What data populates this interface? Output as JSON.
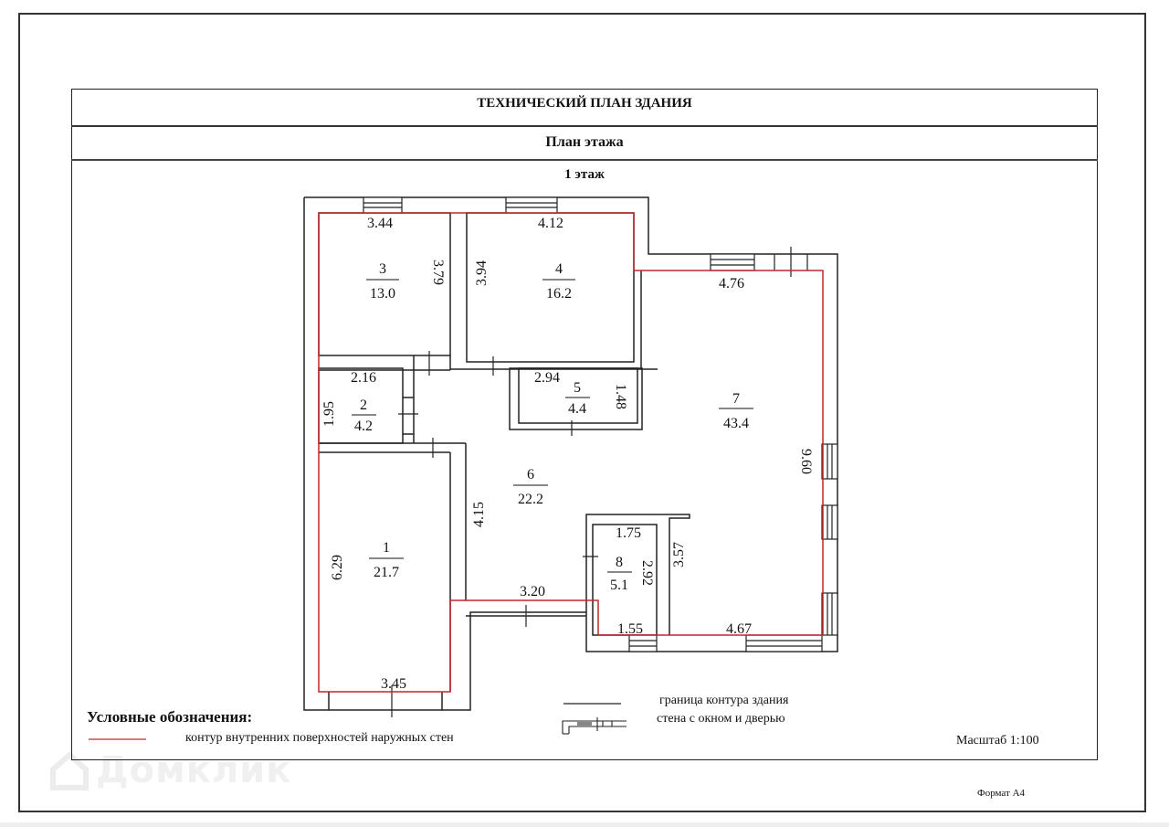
{
  "document": {
    "title": "ТЕХНИЧЕСКИЙ ПЛАН ЗДАНИЯ",
    "subtitle": "План этажа",
    "floor": "1 этаж",
    "scale": "Масштаб 1:100",
    "format": "Формат А4",
    "watermark": "Домклик"
  },
  "colors": {
    "contour_red": "#c0282d",
    "wall": "#222222"
  },
  "rooms": [
    {
      "number": "1",
      "area": "21.7"
    },
    {
      "number": "2",
      "area": "4.2"
    },
    {
      "number": "3",
      "area": "13.0"
    },
    {
      "number": "4",
      "area": "16.2"
    },
    {
      "number": "5",
      "area": "4.4"
    },
    {
      "number": "6",
      "area": "22.2"
    },
    {
      "number": "7",
      "area": "43.4"
    },
    {
      "number": "8",
      "area": "5.1"
    }
  ],
  "dimensions": {
    "r3_width": "3.44",
    "r3_height": "3.79",
    "r4_width": "4.12",
    "r4_height": "3.94",
    "r7_top": "4.76",
    "r7_right": "9.60",
    "r7_bottom": "4.67",
    "r7_inner": "3.57",
    "r2_width": "2.16",
    "r2_height": "1.95",
    "r5_width": "2.94",
    "r5_height": "1.48",
    "r6_left": "4.15",
    "r6_bottom": "3.20",
    "r1_height": "6.29",
    "r1_width": "3.45",
    "r8_top": "1.75",
    "r8_height": "2.92",
    "r8_bottom": "1.55"
  },
  "legend": {
    "title": "Условные обозначения:",
    "items": [
      {
        "icon": "red-line",
        "label": "контур внутренних поверхностей наружных стен"
      },
      {
        "icon": "black-line",
        "label": "граница контура здания"
      },
      {
        "icon": "wall-window-door",
        "label": "стена с окном и дверью"
      }
    ]
  }
}
